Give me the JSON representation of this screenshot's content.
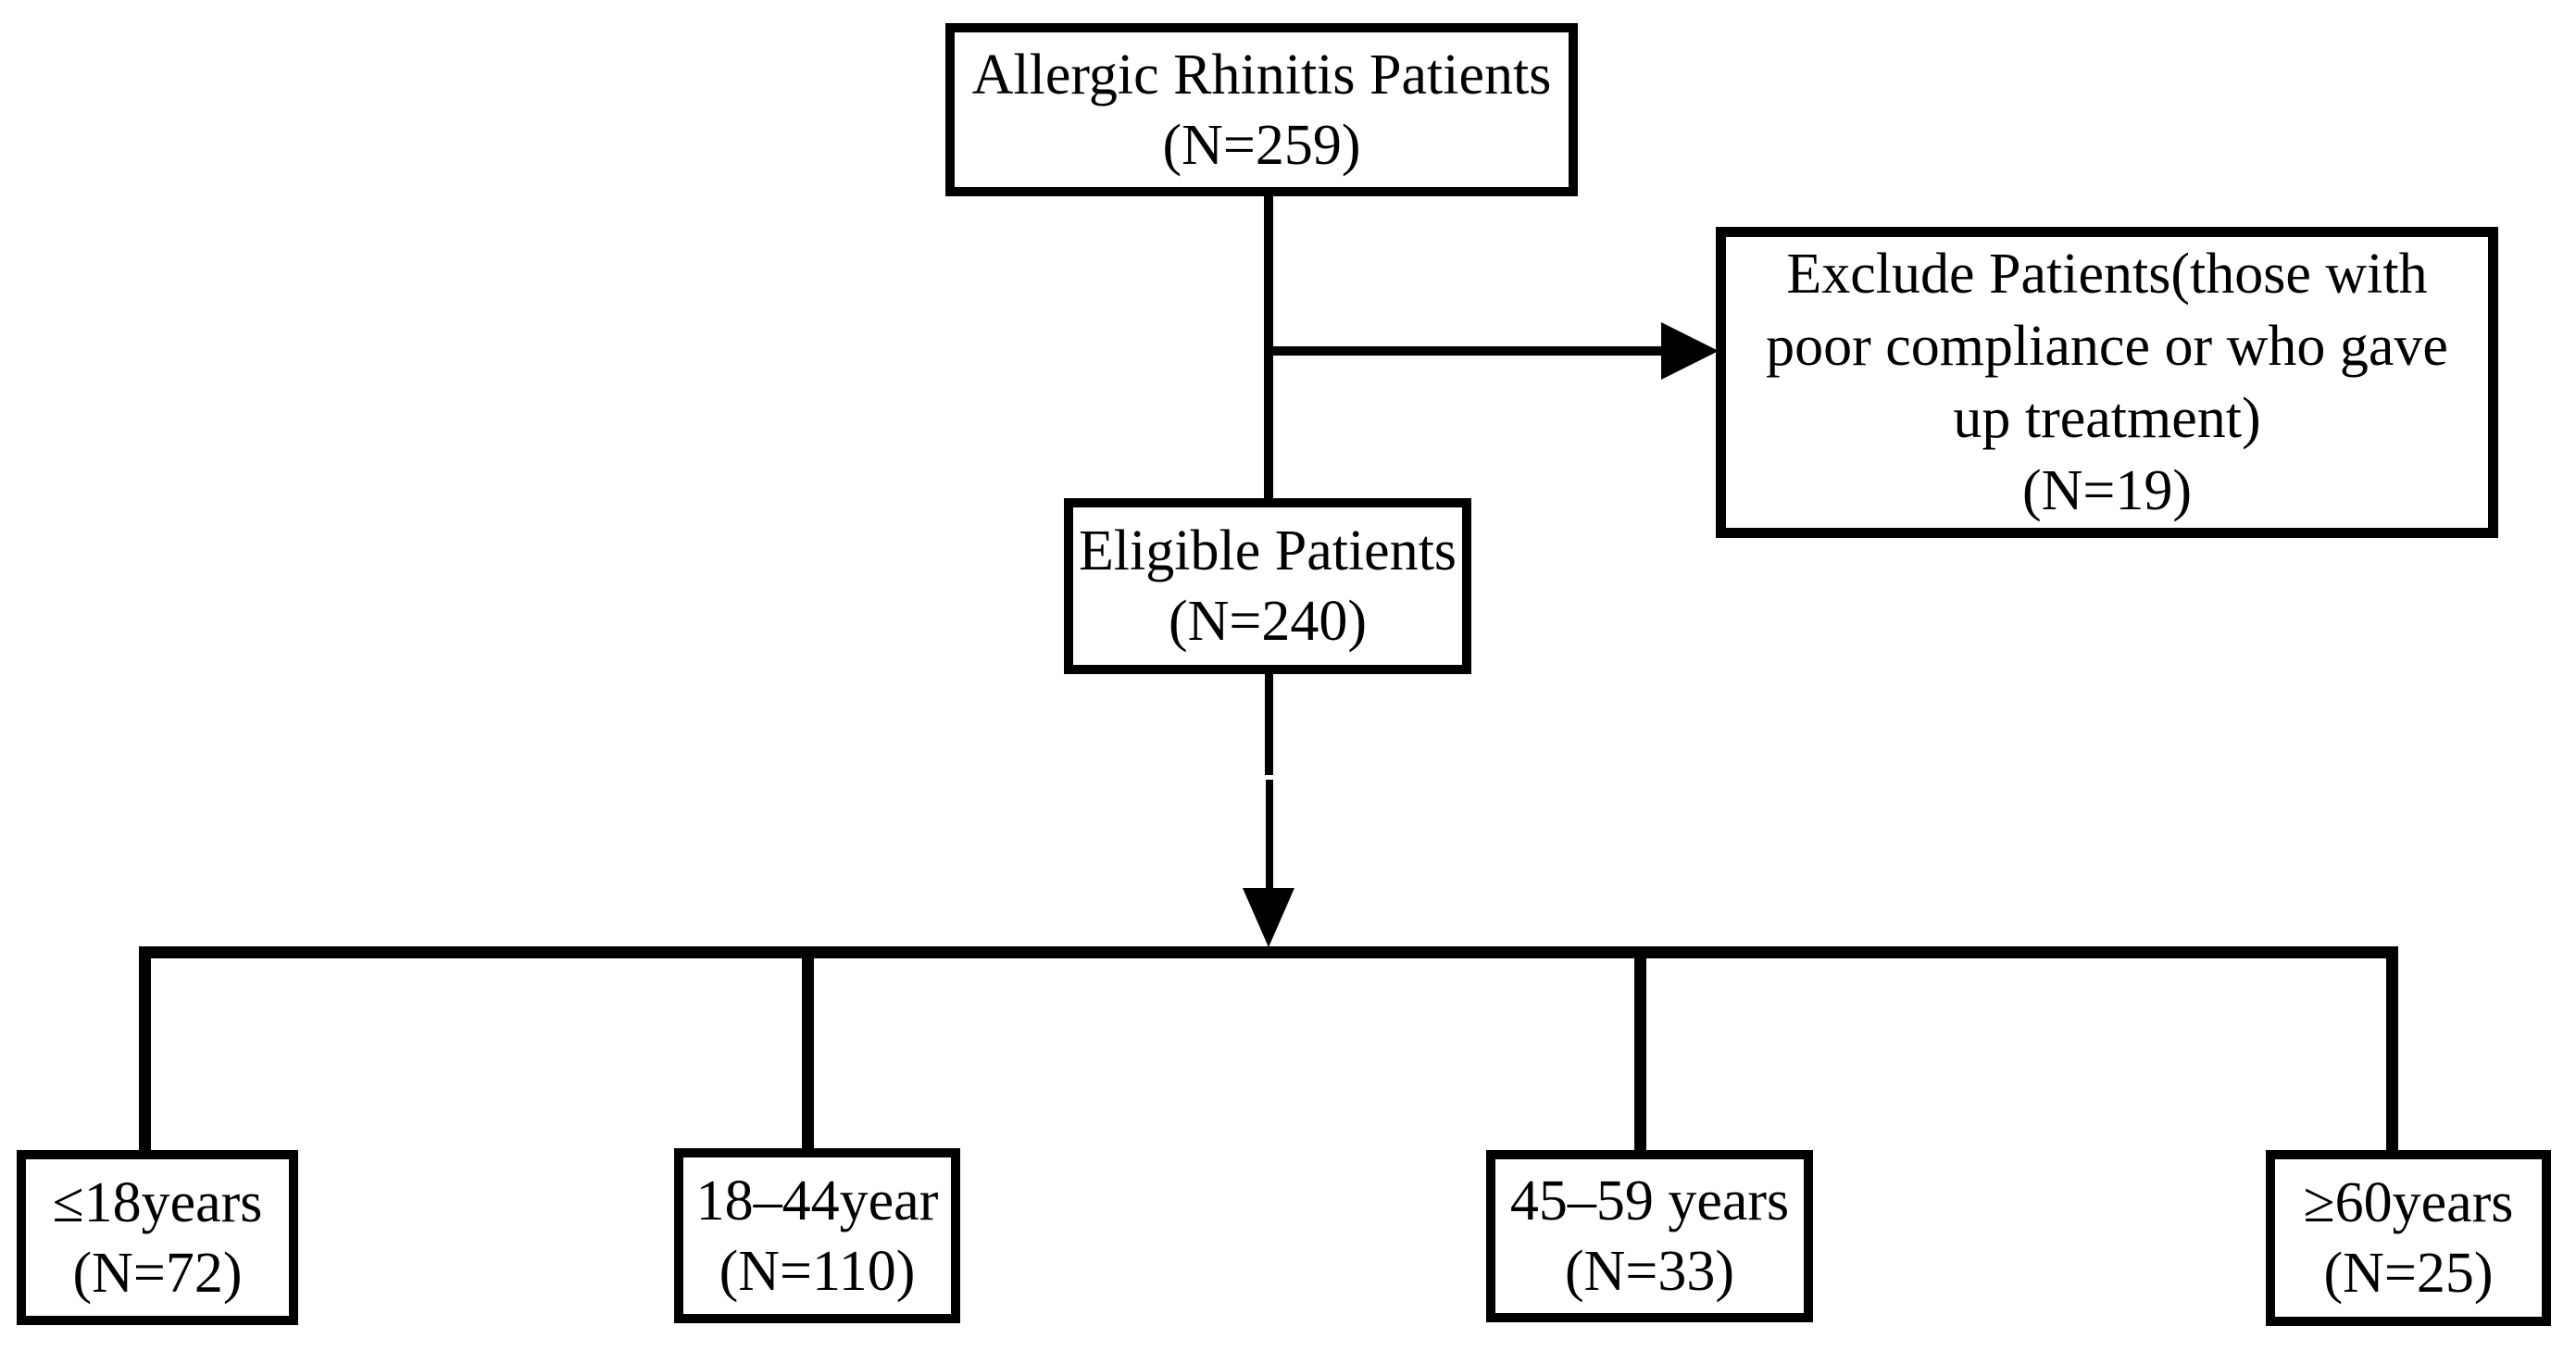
{
  "diagram": {
    "type": "flowchart",
    "background_color": "#ffffff",
    "line_color": "#000000",
    "box_fill_color": "#ffffff",
    "text_color": "#000000",
    "nodes": {
      "allergic": {
        "line1": "Allergic Rhinitis Patients",
        "line2": "(N=259)"
      },
      "exclude": {
        "line1": "Exclude Patients(those with",
        "line2": "poor compliance or who gave",
        "line3": "up treatment)",
        "line4": "(N=19)"
      },
      "eligible": {
        "line1": "Eligible Patients",
        "line2": "(N=240)"
      },
      "age_le18": {
        "line1": "≤18years",
        "line2": "(N=72)"
      },
      "age_18_44": {
        "line1": "18–44year",
        "line2": "(N=110)"
      },
      "age_45_59": {
        "line1": "45–59 years",
        "line2": "(N=33)"
      },
      "age_ge60": {
        "line1": "≥60years",
        "line2": "(N=25)"
      }
    },
    "edges": [
      {
        "from": "allergic",
        "to": "eligible",
        "style": "line"
      },
      {
        "from": "allergic",
        "to": "exclude",
        "style": "arrow-right"
      },
      {
        "from": "eligible",
        "to": "age-branch",
        "style": "arrow-down"
      },
      {
        "from": "age-branch",
        "to": "age_le18",
        "style": "line"
      },
      {
        "from": "age-branch",
        "to": "age_18_44",
        "style": "line"
      },
      {
        "from": "age-branch",
        "to": "age_45_59",
        "style": "line"
      },
      {
        "from": "age-branch",
        "to": "age_ge60",
        "style": "line"
      }
    ]
  }
}
